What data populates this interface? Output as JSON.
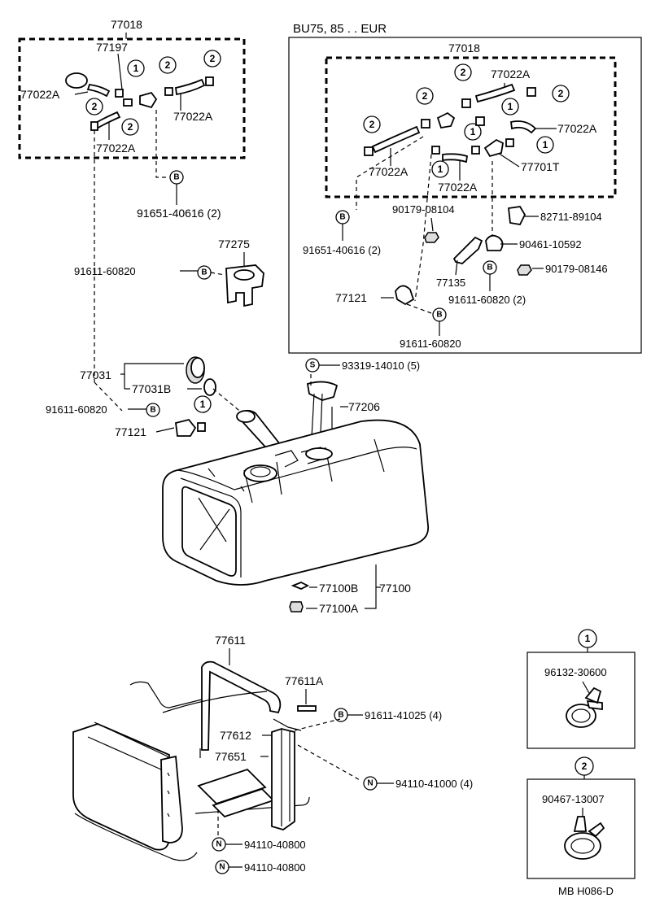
{
  "header": {
    "variant": "BU75, 85 . . EUR",
    "diagram_code": "MB H086-D"
  },
  "left_box": {
    "group": "77018",
    "p77197": "77197",
    "p77022A_a": "77022A",
    "p77022A_b": "77022A",
    "p77022A_c": "77022A",
    "bolt": "91651-40616 (2)"
  },
  "right_box": {
    "group": "77018",
    "hose_top": "77022A",
    "hose_right": "77022A",
    "hose_left": "77022A",
    "hose_bottom": "77022A",
    "valve": "77701T",
    "p90179_08104": "90179-08104",
    "p82711": "82711-89104",
    "p90461": "90461-10592",
    "p90179_08146": "90179-08146",
    "p77135": "77135",
    "p77121": "77121",
    "bolt_a": "91651-40616 (2)",
    "bolt_b": "91611-60820 (2)",
    "bolt_c": "91611-60820"
  },
  "middle": {
    "p77275": "77275",
    "bolt_77275": "91611-60820",
    "p77031": "77031",
    "p77031B": "77031B",
    "bolt_tank": "91611-60820",
    "p77121": "77121",
    "screw": "93319-14010 (5)",
    "p77206": "77206",
    "p77100B": "77100B",
    "p77100": "77100",
    "p77100A": "77100A"
  },
  "bottom": {
    "p77611": "77611",
    "p77611A": "77611A",
    "bolt": "91611-41025 (4)",
    "p77612": "77612",
    "p77651": "77651",
    "nut_a": "94110-41000 (4)",
    "nut_b": "94110-40800",
    "nut_c": "94110-40800"
  },
  "legend": {
    "clamp1_num": "1",
    "clamp1_part": "96132-30600",
    "clamp2_num": "2",
    "clamp2_part": "90467-13007"
  },
  "symbols": {
    "one": "1",
    "two": "2",
    "B": "B",
    "S": "S",
    "N": "N"
  }
}
